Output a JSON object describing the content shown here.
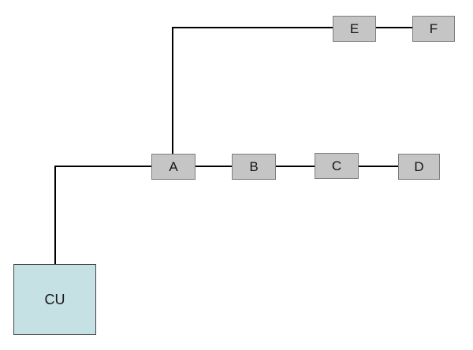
{
  "diagram": {
    "nodes": {
      "E": {
        "label": "E"
      },
      "F": {
        "label": "F"
      },
      "A": {
        "label": "A"
      },
      "B": {
        "label": "B"
      },
      "C": {
        "label": "C"
      },
      "D": {
        "label": "D"
      },
      "CU": {
        "label": "CU"
      }
    },
    "edges": [
      {
        "from": "CU",
        "to": "A"
      },
      {
        "from": "A",
        "to": "B"
      },
      {
        "from": "B",
        "to": "C"
      },
      {
        "from": "C",
        "to": "D"
      },
      {
        "from": "A",
        "to": "E"
      },
      {
        "from": "E",
        "to": "F"
      }
    ],
    "colors": {
      "background": "#ffffff",
      "node_fill": "#c5c5c5",
      "node_border": "#7d7d7d",
      "cu_fill": "#c6e1e4",
      "cu_border": "#454545",
      "edge": "#000000",
      "label": "#141414"
    }
  }
}
